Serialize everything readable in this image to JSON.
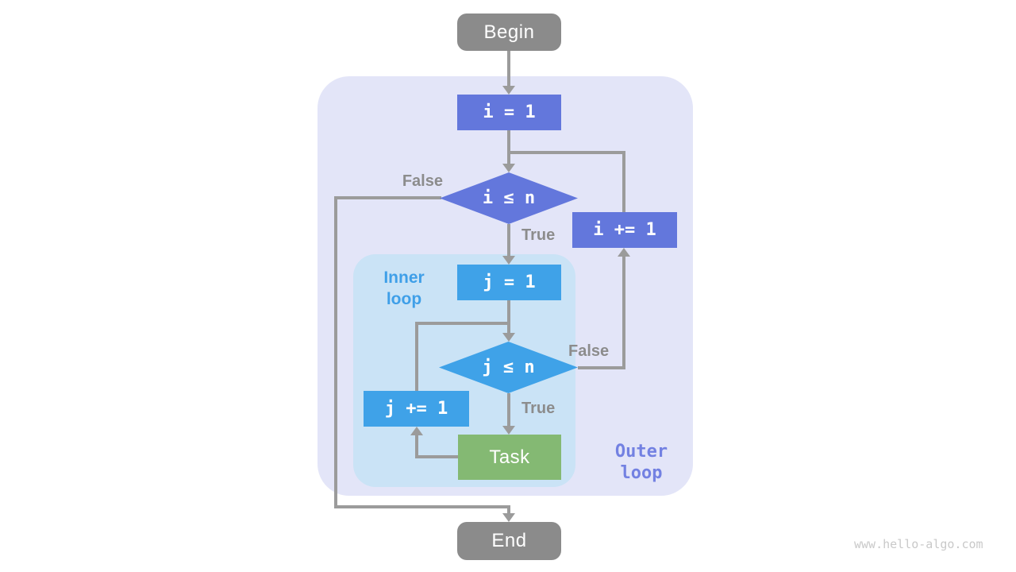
{
  "colors": {
    "page_bg": "#ffffff",
    "outer_bg": "#e3e5f8",
    "inner_bg": "#cae3f6",
    "node_gray": "#8b8b8b",
    "node_purple": "#6377dc",
    "node_blue": "#3fa2e8",
    "node_green": "#84b973",
    "line_gray": "#9b9b9b",
    "label_gray": "#8c8c8c",
    "inner_label_blue": "#3f9fe8",
    "outer_label_purple": "#7381e2",
    "watermark_gray": "#c9c9c9"
  },
  "flowchart": {
    "nodes": {
      "begin": "Begin",
      "init_i": "i = 1",
      "cond_i": "i ≤ n",
      "inc_i": "i += 1",
      "init_j": "j = 1",
      "cond_j": "j ≤ n",
      "inc_j": "j += 1",
      "task": "Task",
      "end": "End"
    },
    "branch_labels": {
      "outer_false": "False",
      "outer_true": "True",
      "inner_false": "False",
      "inner_true": "True"
    },
    "regions": {
      "inner": {
        "line1": "Inner",
        "line2": "loop"
      },
      "outer": {
        "line1": "Outer",
        "line2": "loop"
      }
    }
  },
  "footer": {
    "watermark": "www.hello-algo.com"
  }
}
